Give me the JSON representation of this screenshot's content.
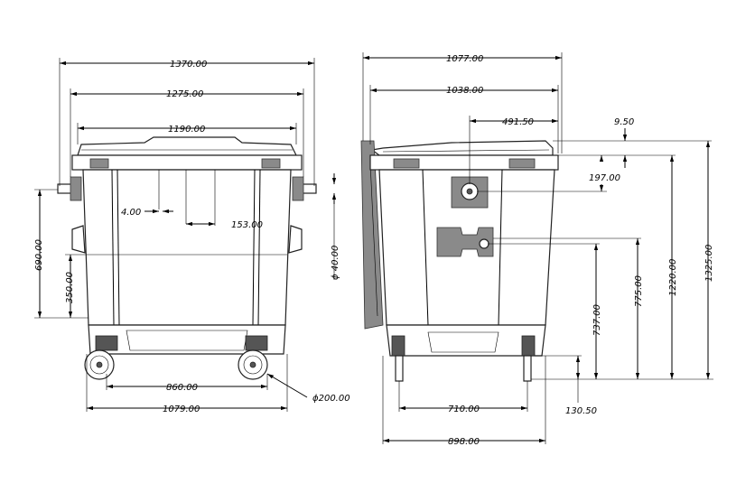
{
  "front_view": {
    "overall_width_1": "1370.00",
    "overall_width_2": "1275.00",
    "lid_width": "1190.00",
    "rib_gap": "4.00",
    "rib_spacing": "153.00",
    "trunnion_height": "690.00",
    "lower_height": "350.00",
    "trunnion_diameter": "ϕ 40.00",
    "wheel_spacing": "860.00",
    "base_width": "1079.00",
    "wheel_diameter": "ϕ200.00"
  },
  "side_view": {
    "overall_depth_1": "1077.00",
    "overall_depth_2": "1038.00",
    "lock_offset": "491.50",
    "lid_offset": "9.50",
    "lock_drop": "197.00",
    "height_737": "737.00",
    "height_775": "775.00",
    "height_1220": "1220.00",
    "height_1325": "1325.00",
    "wheel_spacing": "710.00",
    "wheel_offset": "130.50",
    "base_depth": "898.00"
  }
}
